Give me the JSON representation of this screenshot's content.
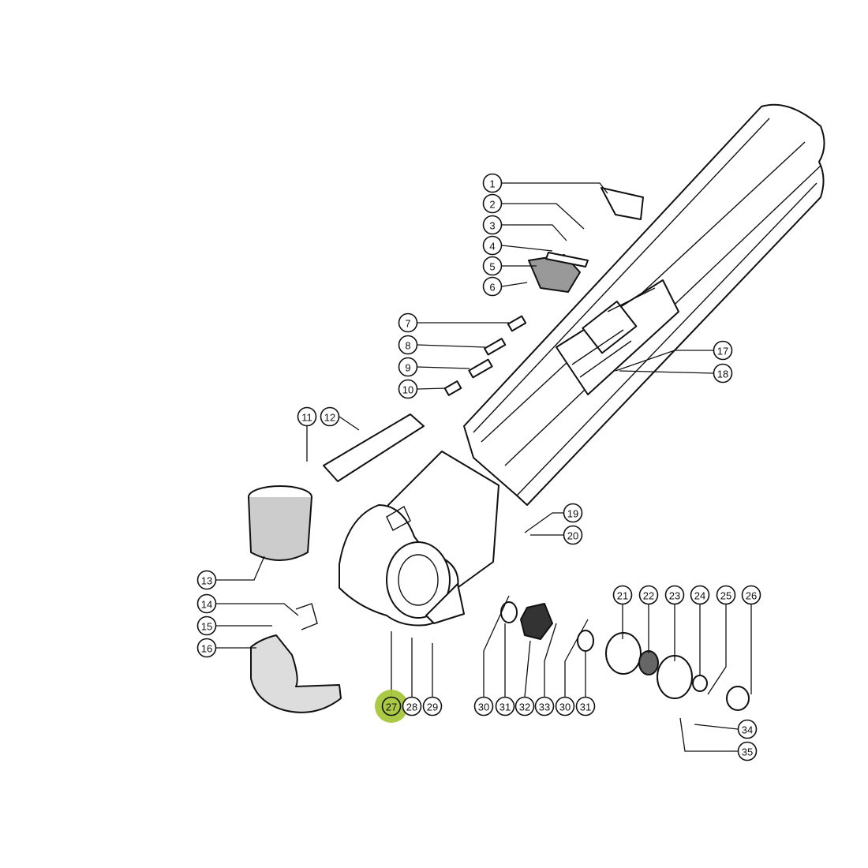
{
  "diagram": {
    "type": "exploded-parts-diagram",
    "highlight_color": "#a6c63a",
    "highlighted_callout": "27",
    "callouts": [
      "1",
      "2",
      "3",
      "4",
      "5",
      "6",
      "7",
      "8",
      "9",
      "10",
      "11",
      "12",
      "13",
      "14",
      "15",
      "16",
      "17",
      "18",
      "19",
      "20",
      "21",
      "22",
      "23",
      "24",
      "25",
      "26",
      "27",
      "28",
      "29",
      "30",
      "31",
      "32",
      "33",
      "30",
      "31",
      "34",
      "35"
    ]
  }
}
